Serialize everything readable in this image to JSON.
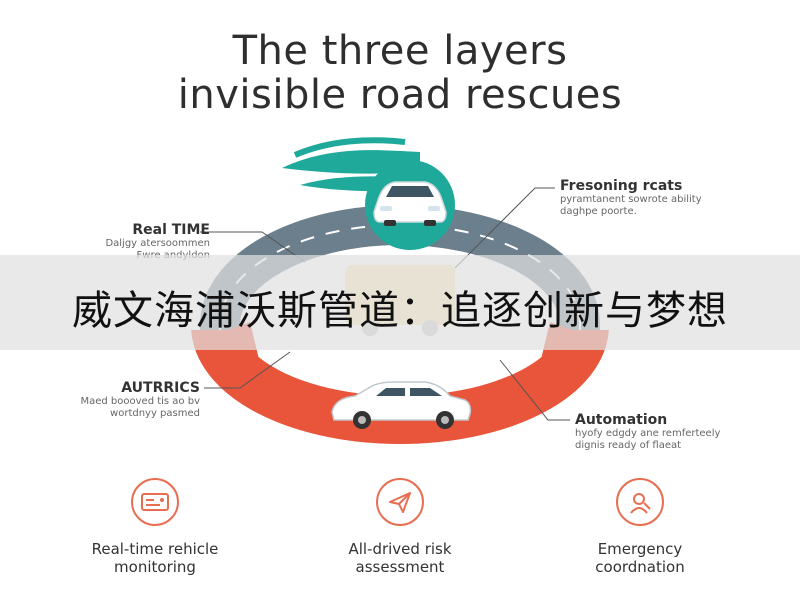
{
  "title": {
    "line1": "The three layers",
    "line2": "invisible road rescues"
  },
  "callouts": {
    "top_right": {
      "title": "Fresoning rcats",
      "line1": "pyramtanent sowrote ability",
      "line2": "daghpe poorte."
    },
    "left_upper": {
      "title": "Real TIME",
      "line1": "Daljgy atersoommen",
      "line2": "Fwre andyldon"
    },
    "left_lower": {
      "title": "AUTRRICS",
      "line1": "Maed boooved tis ao bv",
      "line2": "wortdnyy pasmed"
    },
    "right_lower": {
      "title": "Automation",
      "line1": "hyofy edgdy ane remferteely",
      "line2": "dignis ready of flaeat"
    }
  },
  "banner": {
    "text": "威文海浦沃斯管道：追逐创新与梦想"
  },
  "features": [
    {
      "icon": "dashboard-monitor-icon",
      "line1": "Real-time rehicle",
      "line2": "monitoring"
    },
    {
      "icon": "paper-plane-icon",
      "line1": "All-drived risk",
      "line2": "assessment"
    },
    {
      "icon": "person-headset-icon",
      "line1": "Emergency",
      "line2": "coordnation"
    }
  ],
  "colors": {
    "teal": "#1fa99a",
    "road_gray": "#6b7f8c",
    "orange_red": "#e9553a",
    "icon_accent": "#e86e52",
    "banner_bg": "#e1e1e1"
  }
}
